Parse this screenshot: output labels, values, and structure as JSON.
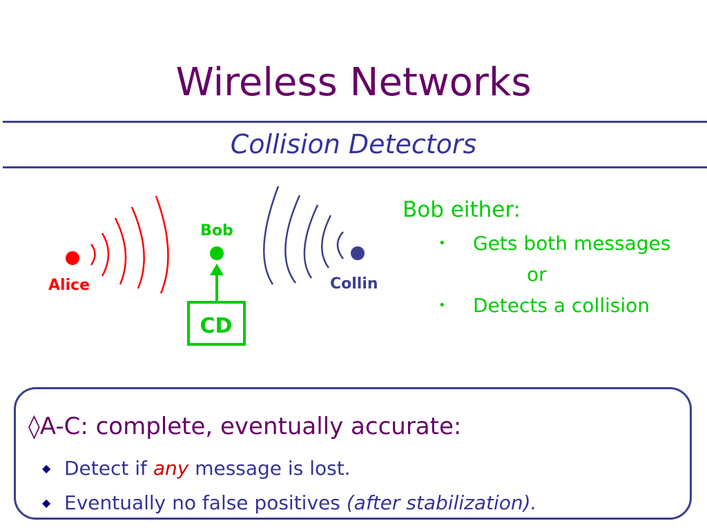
{
  "slide": {
    "title": "Wireless Networks",
    "subtitle": "Collision Detectors"
  },
  "diagram": {
    "nodes": {
      "alice": "Alice",
      "bob": "Bob",
      "collin": "Collin"
    },
    "detector_label": "CD",
    "colors": {
      "alice": "#ff0000",
      "bob": "#00cc00",
      "collin": "#3b3f8f"
    }
  },
  "bob_panel": {
    "heading": "Bob either:",
    "bullet": "•",
    "option_1": "Gets both messages",
    "connector": "or",
    "option_2": "Detects a collision"
  },
  "info_box": {
    "heading": "◊A-C: complete, eventually accurate:",
    "bullet": "◆",
    "items": [
      {
        "prefix": "Detect if ",
        "emphasis": "any",
        "suffix": " message is lost."
      },
      {
        "prefix": "Eventually no false positives ",
        "emphasis": "(after stabilization)."
      }
    ]
  },
  "colors": {
    "title": "#660066",
    "subtitle": "#333399",
    "rule": "#3b3f8f",
    "bob_text": "#00cc00",
    "box_text": "#333399",
    "emphasis_red": "#cc0000"
  }
}
